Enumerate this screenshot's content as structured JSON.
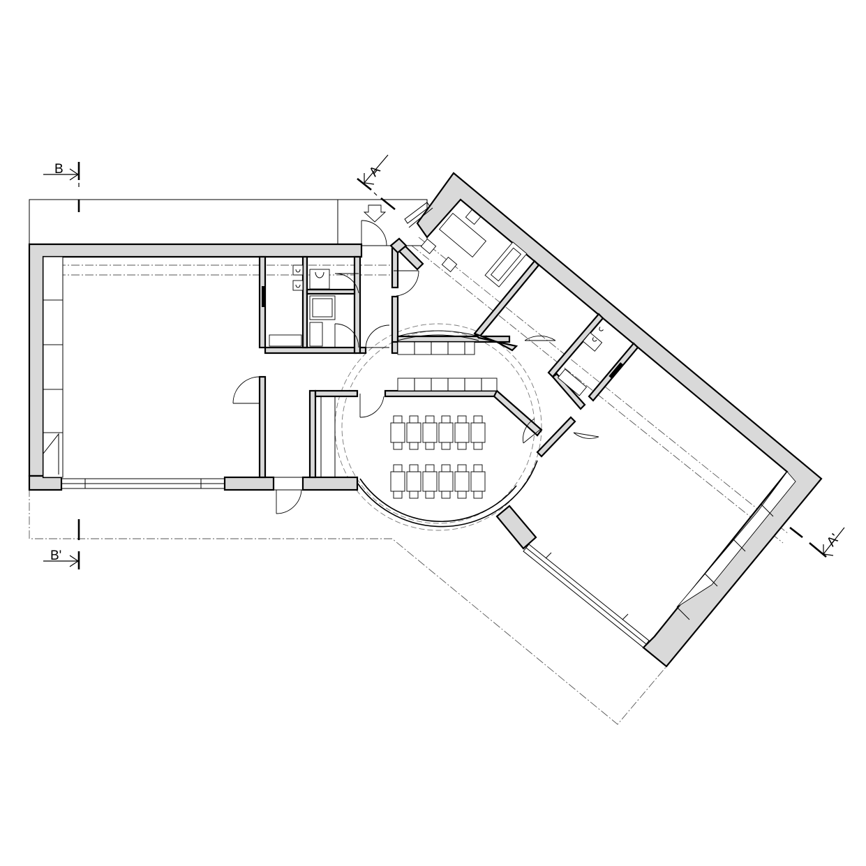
{
  "section_markers": {
    "b_top": "B",
    "b_bottom": "B'",
    "a_top": "A",
    "a_bottom": "A'"
  }
}
